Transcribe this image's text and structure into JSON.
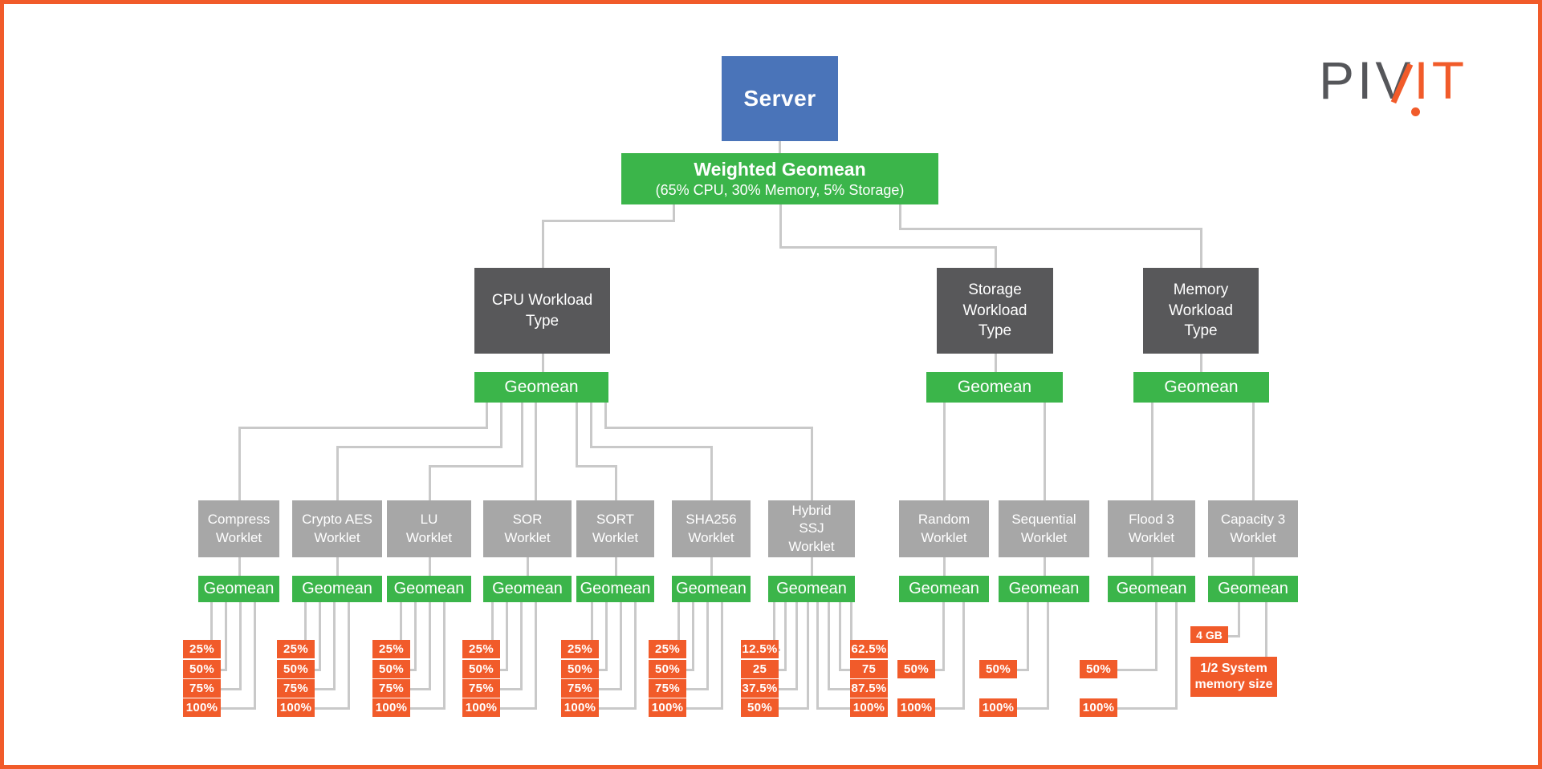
{
  "logo": {
    "part_gray": "PIV",
    "part_orange": "IT"
  },
  "root": {
    "label": "Server"
  },
  "aggregate": {
    "title": "Weighted Geomean",
    "subtitle": "(65% CPU, 30% Memory, 5% Storage)"
  },
  "geomean_label": "Geomean",
  "branches": [
    {
      "id": "cpu",
      "label": "CPU Workload\nType",
      "worklets": [
        {
          "id": "compress",
          "label": "Compress\nWorklet",
          "loads": [
            "25%",
            "50%",
            "75%",
            "100%"
          ]
        },
        {
          "id": "crypto-aes",
          "label": "Crypto AES\nWorklet",
          "loads": [
            "25%",
            "50%",
            "75%",
            "100%"
          ]
        },
        {
          "id": "lu",
          "label": "LU\nWorklet",
          "loads": [
            "25%",
            "50%",
            "75%",
            "100%"
          ]
        },
        {
          "id": "sor",
          "label": "SOR\nWorklet",
          "loads": [
            "25%",
            "50%",
            "75%",
            "100%"
          ]
        },
        {
          "id": "sort",
          "label": "SORT\nWorklet",
          "loads": [
            "25%",
            "50%",
            "75%",
            "100%"
          ]
        },
        {
          "id": "sha256",
          "label": "SHA256\nWorklet",
          "loads": [
            "25%",
            "50%",
            "75%",
            "100%"
          ]
        },
        {
          "id": "hybrid-ssj",
          "label": "Hybrid\nSSJ\nWorklet",
          "loads_left": [
            "12.5%",
            "25",
            "37.5%",
            "50%"
          ],
          "loads_right": [
            "62.5%",
            "75",
            "87.5%",
            "100%"
          ]
        }
      ]
    },
    {
      "id": "storage",
      "label": "Storage\nWorkload\nType",
      "worklets": [
        {
          "id": "random",
          "label": "Random\nWorklet",
          "loads": [
            "50%",
            "100%"
          ]
        },
        {
          "id": "sequential",
          "label": "Sequential\nWorklet",
          "loads": [
            "50%",
            "100%"
          ]
        }
      ]
    },
    {
      "id": "memory",
      "label": "Memory\nWorkload\nType",
      "worklets": [
        {
          "id": "flood-3",
          "label": "Flood 3\nWorklet",
          "loads": [
            "50%",
            "100%"
          ]
        },
        {
          "id": "capacity-3",
          "label": "Capacity 3\nWorklet",
          "loads": [
            "4 GB",
            "1/2 System\nmemory size"
          ]
        }
      ]
    }
  ],
  "colors": {
    "accent_orange": "#f15b2a",
    "green": "#3bb54a",
    "blue": "#4a74b9",
    "dark_gray": "#58585a",
    "mid_gray": "#a7a7a7",
    "line_gray": "#c9c9c9",
    "logo_gray": "#55565a"
  }
}
